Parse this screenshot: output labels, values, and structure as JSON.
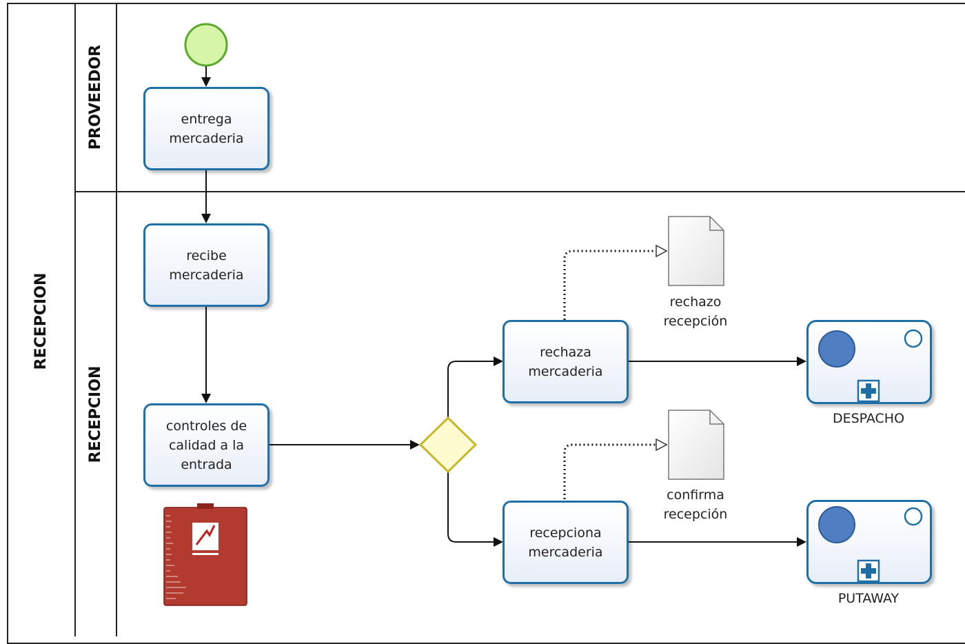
{
  "pool": {
    "label": "RECEPCION"
  },
  "lanes": [
    {
      "id": "proveedor",
      "label": "PROVEEDOR"
    },
    {
      "id": "recepcion",
      "label": "RECEPCION"
    }
  ],
  "tasks": {
    "entrega": [
      "entrega",
      "mercaderia"
    ],
    "recibe": [
      "recibe",
      "mercaderia"
    ],
    "controles": [
      "controles de",
      "calidad a la",
      "entrada"
    ],
    "rechaza": [
      "rechaza",
      "mercaderia"
    ],
    "recepciona": [
      "recepciona",
      "mercaderia"
    ]
  },
  "documents": {
    "rechazo": [
      "rechazo",
      "recepción"
    ],
    "confirma": [
      "confirma",
      "recepción"
    ]
  },
  "subprocesses": {
    "despacho": "DESPACHO",
    "putaway": "PUTAWAY"
  },
  "colors": {
    "task_border": "#1f6fa7",
    "start_event_fill": "#d6f5a8",
    "start_event_stroke": "#5aa82a",
    "gateway_fill": "#fffbd0",
    "gateway_stroke": "#c8b62a",
    "subprocess_event_fill": "#4f7fc2",
    "report_icon": "#b33a2e"
  },
  "icons": {
    "start_event": "start-event-icon",
    "gateway": "exclusive-gateway-icon",
    "document": "data-object-icon",
    "subprocess_marker": "plus-icon",
    "report": "report-book-icon"
  }
}
